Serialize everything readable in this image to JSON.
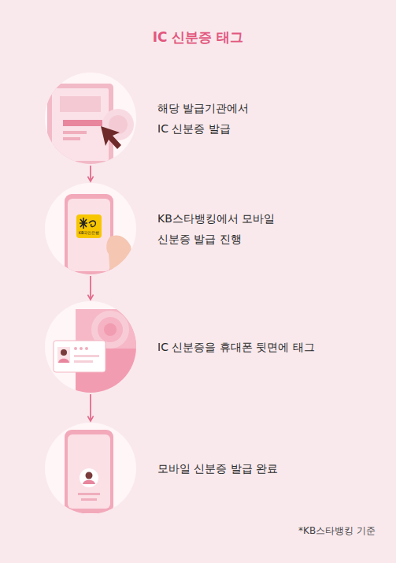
{
  "diagram": {
    "title": "IC 신분증 태그",
    "nodes": [
      {
        "text": [
          "해당 발급기관에서 IC 신분증 발급"
        ]
      },
      {
        "text": [
          "KB스타뱅킹에서 모바일 신분증 발급 진행"
        ]
      },
      {
        "text": [
          "IC 신분증을 휴대폰 뒷면에 태그"
        ]
      },
      {
        "text": [
          "모바일 신분증 발급 완료"
        ]
      }
    ],
    "edges": [
      {
        "from": 0,
        "to": 1,
        "arrow": "to"
      },
      {
        "from": 1,
        "to": 2,
        "arrow": "to"
      },
      {
        "from": 2,
        "to": 3,
        "arrow": "to"
      }
    ],
    "labels": [
      "KB국민은행",
      "*KB스타뱅킹 기준"
    ]
  }
}
